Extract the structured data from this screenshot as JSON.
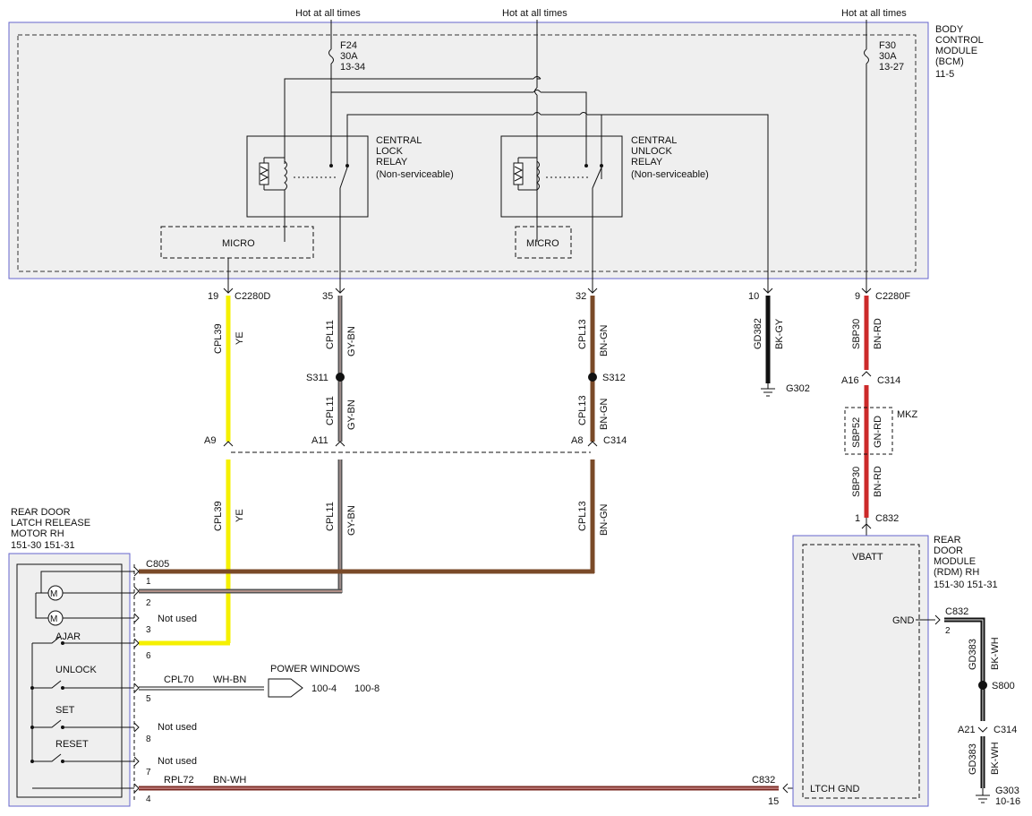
{
  "hot": [
    "Hot at all times",
    "Hot at all times",
    "Hot at all times"
  ],
  "bcm": {
    "name": [
      "BODY",
      "CONTROL",
      "MODULE",
      "(BCM)",
      "11-5"
    ]
  },
  "fuses": [
    {
      "name": "F24",
      "rating": "30A",
      "ref": "13-34"
    },
    {
      "name": "F30",
      "rating": "30A",
      "ref": "13-27"
    }
  ],
  "relays": [
    {
      "label": [
        "CENTRAL",
        "LOCK",
        "RELAY",
        "(Non-serviceable)"
      ]
    },
    {
      "label": [
        "CENTRAL",
        "UNLOCK",
        "RELAY",
        "(Non-serviceable)"
      ]
    }
  ],
  "micro": [
    "MICRO",
    "MICRO"
  ],
  "bcm_pins": {
    "p19": "19",
    "c2280d": "C2280D",
    "p35": "35",
    "p32": "32",
    "p10": "10",
    "p9": "9",
    "c2280f": "C2280F"
  },
  "wires": {
    "cpl39": {
      "circuit": "CPL39",
      "color": "YE"
    },
    "cpl11": {
      "circuit": "CPL11",
      "color": "GY-BN"
    },
    "cpl13": {
      "circuit": "CPL13",
      "color": "BN-GN"
    },
    "gd382": {
      "circuit": "GD382",
      "color": "BK-GY"
    },
    "sbp30": {
      "circuit": "SBP30",
      "color": "BN-RD"
    },
    "sbp52": {
      "circuit": "SBP52",
      "color": "GN-RD"
    },
    "cpl70": {
      "circuit": "CPL70",
      "color": "WH-BN"
    },
    "rpl72": {
      "circuit": "RPL72",
      "color": "BN-WH"
    },
    "gd383": {
      "circuit": "GD383",
      "color": "BK-WH"
    }
  },
  "splices": {
    "s311": "S311",
    "s312": "S312",
    "s800": "S800"
  },
  "grounds": {
    "g302": "G302",
    "g303": {
      "name": "G303",
      "ref": "10-16"
    }
  },
  "c314": {
    "label": "C314",
    "a9": "A9",
    "a11": "A11",
    "a8": "A8",
    "a16": "A16",
    "a21": "A21"
  },
  "mkz": "MKZ",
  "c832": {
    "label": "C832",
    "pin1": "1",
    "pin2": "2",
    "pin15": "15"
  },
  "motor": {
    "name": [
      "REAR DOOR",
      "LATCH RELEASE",
      "MOTOR RH",
      "151-30  151-31"
    ],
    "connector": "C805",
    "switches": [
      "AJAR",
      "UNLOCK",
      "SET",
      "RESET"
    ],
    "pins": [
      "1",
      "2",
      "3",
      "6",
      "5",
      "8",
      "7",
      "4"
    ],
    "not_used": "Not used"
  },
  "rdm": {
    "name": [
      "REAR",
      "DOOR",
      "MODULE",
      "(RDM) RH",
      "151-30  151-31"
    ],
    "vbatt": "VBATT",
    "gnd": "GND",
    "ltch_gnd": "LTCH GND"
  },
  "power_windows": {
    "label": "POWER WINDOWS",
    "ref1": "100-4",
    "ref2": "100-8"
  },
  "colors": {
    "module_border": "#6666cc",
    "module_fill": "#efefef",
    "yellow": "#f5f000",
    "brown": "#7a4a28",
    "gray_brown": "#8a7a7a",
    "red": "#cc2a2a",
    "black": "#111111"
  }
}
